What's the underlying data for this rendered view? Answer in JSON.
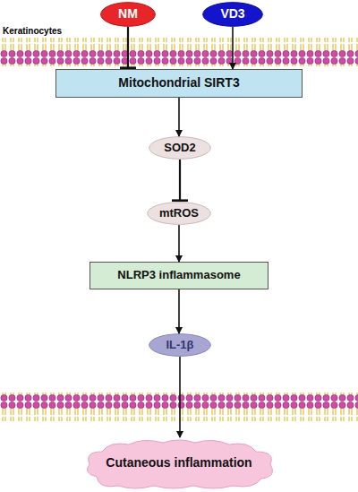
{
  "diagram": {
    "nodes": [
      {
        "text": [
          "NM"
        ]
      },
      {
        "text": [
          "VD3"
        ]
      },
      {
        "text": [
          "Mitochondrial SIRT3"
        ]
      },
      {
        "text": [
          "SOD2"
        ]
      },
      {
        "text": [
          "mtROS"
        ]
      },
      {
        "text": [
          "NLRP3 inflammasome"
        ]
      },
      {
        "text": [
          "IL-1β"
        ]
      },
      {
        "text": [
          "Cutaneous inflammation"
        ]
      }
    ],
    "edges": [
      {
        "from": 0,
        "to": 2,
        "arrow": "to"
      },
      {
        "from": 1,
        "to": 2,
        "arrow": "to"
      },
      {
        "from": 2,
        "to": 3,
        "arrow": "to"
      },
      {
        "from": 3,
        "to": 4,
        "arrow": "to"
      },
      {
        "from": 4,
        "to": 5,
        "arrow": "to"
      },
      {
        "from": 5,
        "to": 6,
        "arrow": "to"
      },
      {
        "from": 6,
        "to": 7,
        "arrow": "to"
      }
    ],
    "labels": [
      "Keratinocytes"
    ]
  }
}
